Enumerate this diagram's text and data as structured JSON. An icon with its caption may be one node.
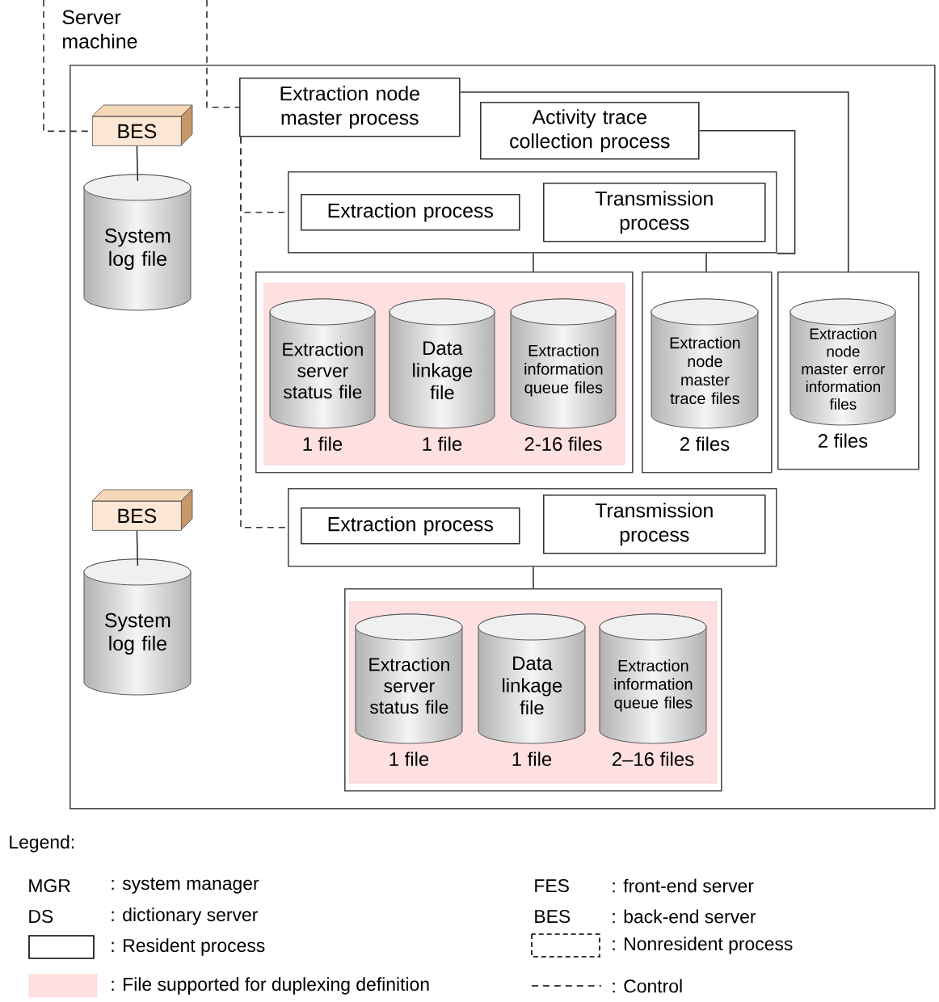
{
  "diagram": {
    "nodes": [
      {
        "text": [
          "Server machine"
        ]
      },
      {
        "text": [
          "BES"
        ],
        "in": 0
      },
      {
        "text": [
          "System log file"
        ],
        "in": 0
      },
      {
        "text": [
          "Extraction node master process"
        ],
        "in": 0
      },
      {
        "text": [
          "Activity trace collection process"
        ],
        "in": 0
      },
      {
        "text": [],
        "shape": "box",
        "in": 0
      },
      {
        "text": [
          "Extraction process"
        ],
        "in": 5
      },
      {
        "text": [
          "Transmission process"
        ],
        "in": 5
      },
      {
        "text": [],
        "shape": "box",
        "in": 0
      },
      {
        "text": [],
        "shape": "box",
        "in": 8
      },
      {
        "text": [
          "Extraction server status file"
        ],
        "beside": [
          "1 file"
        ],
        "in": 9
      },
      {
        "text": [
          "Data linkage file"
        ],
        "beside": [
          "1 file"
        ],
        "in": 9
      },
      {
        "text": [
          "Extraction information queue files"
        ],
        "beside": [
          "2-16 files"
        ],
        "in": 9
      },
      {
        "text": [],
        "shape": "box",
        "in": 0
      },
      {
        "text": [
          "Extraction node master trace files"
        ],
        "beside": [
          "2 files"
        ],
        "in": 13
      },
      {
        "text": [],
        "shape": "box",
        "in": 0
      },
      {
        "text": [
          "Extraction node master error information files"
        ],
        "beside": [
          "2 files"
        ],
        "in": 15
      },
      {
        "text": [
          "BES"
        ],
        "in": 0
      },
      {
        "text": [
          "System log file"
        ],
        "in": 0
      },
      {
        "text": [],
        "shape": "box",
        "in": 0
      },
      {
        "text": [
          "Extraction process"
        ],
        "in": 19
      },
      {
        "text": [
          "Transmission process"
        ],
        "in": 19
      },
      {
        "text": [],
        "shape": "box",
        "in": 0
      },
      {
        "text": [],
        "shape": "box",
        "in": 22
      },
      {
        "text": [
          "Extraction server status file"
        ],
        "beside": [
          "1 file"
        ],
        "in": 23
      },
      {
        "text": [
          "Data linkage file"
        ],
        "beside": [
          "1 file"
        ],
        "in": 23
      },
      {
        "text": [
          "Extraction information queue files"
        ],
        "beside": [
          "2–16 files"
        ],
        "in": 23
      }
    ],
    "edges": [
      {
        "from": 1,
        "to": 2,
        "arrow": "none"
      },
      {
        "from": null,
        "to": 1,
        "arrow": "none",
        "style": "dashed"
      },
      {
        "from": null,
        "to": 3,
        "arrow": "none",
        "style": "dashed"
      },
      {
        "from": 3,
        "to": 5,
        "arrow": "none",
        "style": "dashed"
      },
      {
        "from": 3,
        "to": 19,
        "arrow": "none",
        "style": "dashed"
      },
      {
        "from": 4,
        "to": 5,
        "arrow": "none"
      },
      {
        "from": 5,
        "to": 8,
        "arrow": "none"
      },
      {
        "from": 5,
        "to": 13,
        "arrow": "none"
      },
      {
        "from": 3,
        "to": 15,
        "arrow": "none"
      },
      {
        "from": 17,
        "to": 18,
        "arrow": "none"
      },
      {
        "from": 19,
        "to": 22,
        "arrow": "none"
      }
    ],
    "labels": [
      "Legend:",
      "MGR",
      ": system manager",
      "FES",
      ": front-end server",
      "DS",
      ": dictionary server",
      "BES",
      ": back-end server"
    ],
    "legend": [
      {
        "text": ": Resident process"
      },
      {
        "text": ": Nonresident process"
      },
      {
        "text": ": File supported for duplexing definition",
        "color": "#ffe0e0"
      },
      {
        "text": ": Control"
      }
    ]
  }
}
